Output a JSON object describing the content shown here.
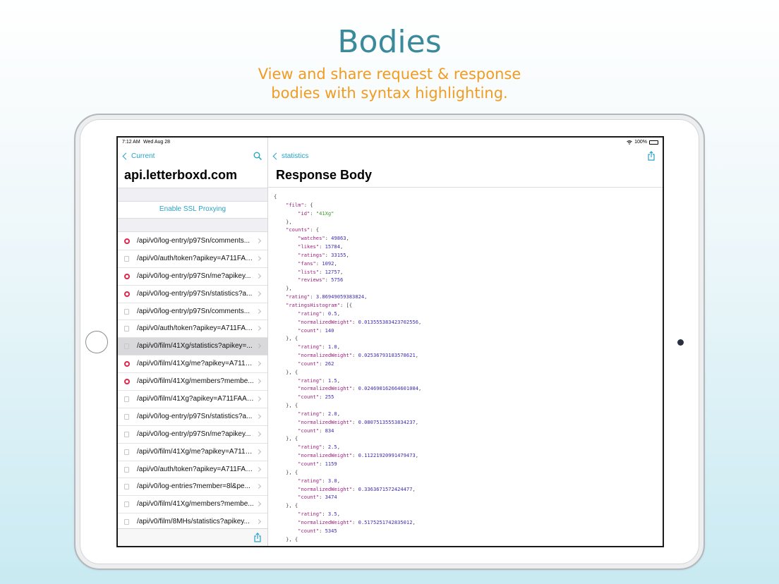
{
  "marketing": {
    "headline": "Bodies",
    "subline_1": "View and share request & response",
    "subline_2": "bodies with syntax highlighting."
  },
  "status_bar": {
    "time": "7:12 AM",
    "date": "Wed Aug 28",
    "battery": "100%"
  },
  "left_pane": {
    "back_label": "Current",
    "title": "api.letterboxd.com",
    "ssl_label": "Enable SSL Proxying",
    "requests": [
      {
        "path": "/api/v0/log-entry/p97Sn/comments...",
        "status": "error"
      },
      {
        "path": "/api/v0/auth/token?apikey=A711FAA...",
        "status": "doc"
      },
      {
        "path": "/api/v0/log-entry/p97Sn/me?apikey...",
        "status": "error"
      },
      {
        "path": "/api/v0/log-entry/p97Sn/statistics?a...",
        "status": "error"
      },
      {
        "path": "/api/v0/log-entry/p97Sn/comments...",
        "status": "doc"
      },
      {
        "path": "/api/v0/auth/token?apikey=A711FAA...",
        "status": "doc"
      },
      {
        "path": "/api/v0/film/41Xg/statistics?apikey=...",
        "status": "doc",
        "selected": true
      },
      {
        "path": "/api/v0/film/41Xg/me?apikey=A711F...",
        "status": "error"
      },
      {
        "path": "/api/v0/film/41Xg/members?membe...",
        "status": "error"
      },
      {
        "path": "/api/v0/film/41Xg?apikey=A711FAA1...",
        "status": "doc"
      },
      {
        "path": "/api/v0/log-entry/p97Sn/statistics?a...",
        "status": "doc"
      },
      {
        "path": "/api/v0/log-entry/p97Sn/me?apikey...",
        "status": "doc"
      },
      {
        "path": "/api/v0/film/41Xg/me?apikey=A711F...",
        "status": "doc"
      },
      {
        "path": "/api/v0/auth/token?apikey=A711FAA...",
        "status": "doc"
      },
      {
        "path": "/api/v0/log-entries?member=8l&pe...",
        "status": "doc"
      },
      {
        "path": "/api/v0/film/41Xg/members?membe...",
        "status": "doc"
      },
      {
        "path": "/api/v0/film/8MHs/statistics?apikey...",
        "status": "doc"
      }
    ]
  },
  "right_pane": {
    "back_label": "statistics",
    "title": "Response Body",
    "json_lines": [
      [
        [
          "p",
          "{"
        ]
      ],
      [
        [
          "p",
          "    "
        ],
        [
          "k",
          "\"film\""
        ],
        [
          "p",
          ": {"
        ]
      ],
      [
        [
          "p",
          "        "
        ],
        [
          "k",
          "\"id\""
        ],
        [
          "p",
          ": "
        ],
        [
          "s",
          "\"41Xg\""
        ]
      ],
      [
        [
          "p",
          "    },"
        ]
      ],
      [
        [
          "p",
          "    "
        ],
        [
          "k",
          "\"counts\""
        ],
        [
          "p",
          ": {"
        ]
      ],
      [
        [
          "p",
          "        "
        ],
        [
          "k",
          "\"watches\""
        ],
        [
          "p",
          ": "
        ],
        [
          "n",
          "49863"
        ],
        [
          "p",
          ","
        ]
      ],
      [
        [
          "p",
          "        "
        ],
        [
          "k",
          "\"likes\""
        ],
        [
          "p",
          ": "
        ],
        [
          "n",
          "15784"
        ],
        [
          "p",
          ","
        ]
      ],
      [
        [
          "p",
          "        "
        ],
        [
          "k",
          "\"ratings\""
        ],
        [
          "p",
          ": "
        ],
        [
          "n",
          "33155"
        ],
        [
          "p",
          ","
        ]
      ],
      [
        [
          "p",
          "        "
        ],
        [
          "k",
          "\"fans\""
        ],
        [
          "p",
          ": "
        ],
        [
          "n",
          "1092"
        ],
        [
          "p",
          ","
        ]
      ],
      [
        [
          "p",
          "        "
        ],
        [
          "k",
          "\"lists\""
        ],
        [
          "p",
          ": "
        ],
        [
          "n",
          "12757"
        ],
        [
          "p",
          ","
        ]
      ],
      [
        [
          "p",
          "        "
        ],
        [
          "k",
          "\"reviews\""
        ],
        [
          "p",
          ": "
        ],
        [
          "n",
          "5756"
        ]
      ],
      [
        [
          "p",
          "    },"
        ]
      ],
      [
        [
          "p",
          "    "
        ],
        [
          "k",
          "\"rating\""
        ],
        [
          "p",
          ": "
        ],
        [
          "n",
          "3.86949059383824"
        ],
        [
          "p",
          ","
        ]
      ],
      [
        [
          "p",
          "    "
        ],
        [
          "k",
          "\"ratingsHistogram\""
        ],
        [
          "p",
          ": [{"
        ]
      ],
      [
        [
          "p",
          "        "
        ],
        [
          "k",
          "\"rating\""
        ],
        [
          "p",
          ": "
        ],
        [
          "n",
          "0.5"
        ],
        [
          "p",
          ","
        ]
      ],
      [
        [
          "p",
          "        "
        ],
        [
          "k",
          "\"normalizedWeight\""
        ],
        [
          "p",
          ": "
        ],
        [
          "n",
          "0.013555383423702556"
        ],
        [
          "p",
          ","
        ]
      ],
      [
        [
          "p",
          "        "
        ],
        [
          "k",
          "\"count\""
        ],
        [
          "p",
          ": "
        ],
        [
          "n",
          "140"
        ]
      ],
      [
        [
          "p",
          "    }, {"
        ]
      ],
      [
        [
          "p",
          "        "
        ],
        [
          "k",
          "\"rating\""
        ],
        [
          "p",
          ": "
        ],
        [
          "n",
          "1.0"
        ],
        [
          "p",
          ","
        ]
      ],
      [
        [
          "p",
          "        "
        ],
        [
          "k",
          "\"normalizedWeight\""
        ],
        [
          "p",
          ": "
        ],
        [
          "n",
          "0.02536793183578621"
        ],
        [
          "p",
          ","
        ]
      ],
      [
        [
          "p",
          "        "
        ],
        [
          "k",
          "\"count\""
        ],
        [
          "p",
          ": "
        ],
        [
          "n",
          "262"
        ]
      ],
      [
        [
          "p",
          "    }, {"
        ]
      ],
      [
        [
          "p",
          "        "
        ],
        [
          "k",
          "\"rating\""
        ],
        [
          "p",
          ": "
        ],
        [
          "n",
          "1.5"
        ],
        [
          "p",
          ","
        ]
      ],
      [
        [
          "p",
          "        "
        ],
        [
          "k",
          "\"normalizedWeight\""
        ],
        [
          "p",
          ": "
        ],
        [
          "n",
          "0.024690162664601084"
        ],
        [
          "p",
          ","
        ]
      ],
      [
        [
          "p",
          "        "
        ],
        [
          "k",
          "\"count\""
        ],
        [
          "p",
          ": "
        ],
        [
          "n",
          "255"
        ]
      ],
      [
        [
          "p",
          "    }, {"
        ]
      ],
      [
        [
          "p",
          "        "
        ],
        [
          "k",
          "\"rating\""
        ],
        [
          "p",
          ": "
        ],
        [
          "n",
          "2.0"
        ],
        [
          "p",
          ","
        ]
      ],
      [
        [
          "p",
          "        "
        ],
        [
          "k",
          "\"normalizedWeight\""
        ],
        [
          "p",
          ": "
        ],
        [
          "n",
          "0.08075135553834237"
        ],
        [
          "p",
          ","
        ]
      ],
      [
        [
          "p",
          "        "
        ],
        [
          "k",
          "\"count\""
        ],
        [
          "p",
          ": "
        ],
        [
          "n",
          "834"
        ]
      ],
      [
        [
          "p",
          "    }, {"
        ]
      ],
      [
        [
          "p",
          "        "
        ],
        [
          "k",
          "\"rating\""
        ],
        [
          "p",
          ": "
        ],
        [
          "n",
          "2.5"
        ],
        [
          "p",
          ","
        ]
      ],
      [
        [
          "p",
          "        "
        ],
        [
          "k",
          "\"normalizedWeight\""
        ],
        [
          "p",
          ": "
        ],
        [
          "n",
          "0.11221920991479473"
        ],
        [
          "p",
          ","
        ]
      ],
      [
        [
          "p",
          "        "
        ],
        [
          "k",
          "\"count\""
        ],
        [
          "p",
          ": "
        ],
        [
          "n",
          "1159"
        ]
      ],
      [
        [
          "p",
          "    }, {"
        ]
      ],
      [
        [
          "p",
          "        "
        ],
        [
          "k",
          "\"rating\""
        ],
        [
          "p",
          ": "
        ],
        [
          "n",
          "3.0"
        ],
        [
          "p",
          ","
        ]
      ],
      [
        [
          "p",
          "        "
        ],
        [
          "k",
          "\"normalizedWeight\""
        ],
        [
          "p",
          ": "
        ],
        [
          "n",
          "0.3363671572424477"
        ],
        [
          "p",
          ","
        ]
      ],
      [
        [
          "p",
          "        "
        ],
        [
          "k",
          "\"count\""
        ],
        [
          "p",
          ": "
        ],
        [
          "n",
          "3474"
        ]
      ],
      [
        [
          "p",
          "    }, {"
        ]
      ],
      [
        [
          "p",
          "        "
        ],
        [
          "k",
          "\"rating\""
        ],
        [
          "p",
          ": "
        ],
        [
          "n",
          "3.5"
        ],
        [
          "p",
          ","
        ]
      ],
      [
        [
          "p",
          "        "
        ],
        [
          "k",
          "\"normalizedWeight\""
        ],
        [
          "p",
          ": "
        ],
        [
          "n",
          "0.5175251742835012"
        ],
        [
          "p",
          ","
        ]
      ],
      [
        [
          "p",
          "        "
        ],
        [
          "k",
          "\"count\""
        ],
        [
          "p",
          ": "
        ],
        [
          "n",
          "5345"
        ]
      ],
      [
        [
          "p",
          "    }, {"
        ]
      ]
    ]
  },
  "colors": {
    "headline": "#3a8a9c",
    "subline": "#f29b21",
    "tint": "#29a3c8",
    "error_icon": "#e2274a",
    "json_key": "#9b1f7c",
    "json_string": "#3a9a2a",
    "json_number": "#3b2cb0"
  },
  "icons": {
    "search": "magnifier-icon",
    "share": "share-icon",
    "error": "error-circle-icon",
    "doc": "document-icon"
  }
}
